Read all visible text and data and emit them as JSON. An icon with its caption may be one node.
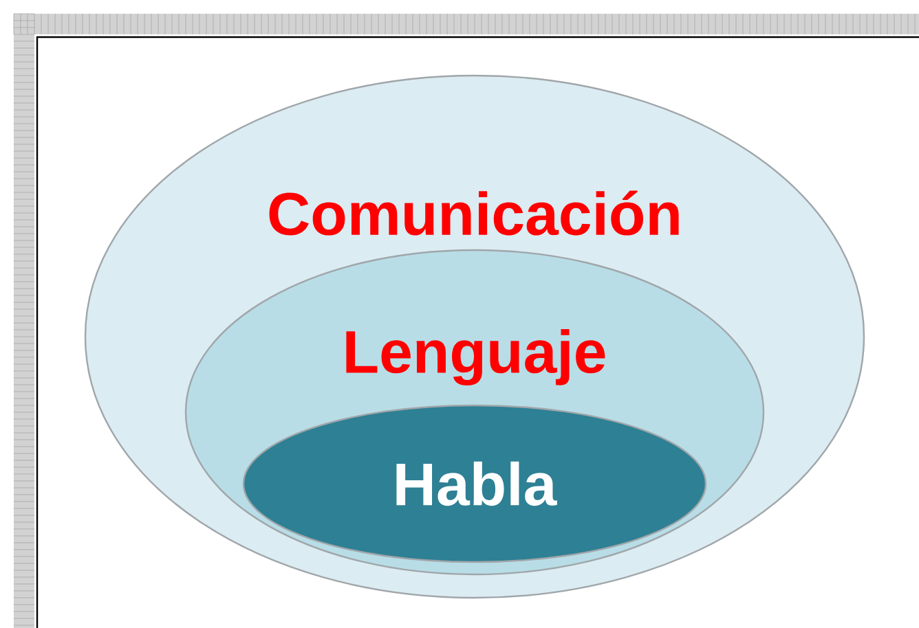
{
  "diagram": {
    "nodes": [
      {
        "text": [
          "Comunicación"
        ]
      },
      {
        "text": [
          "Lenguaje"
        ],
        "in": 0
      },
      {
        "text": [
          "Habla"
        ],
        "in": 1
      }
    ]
  }
}
